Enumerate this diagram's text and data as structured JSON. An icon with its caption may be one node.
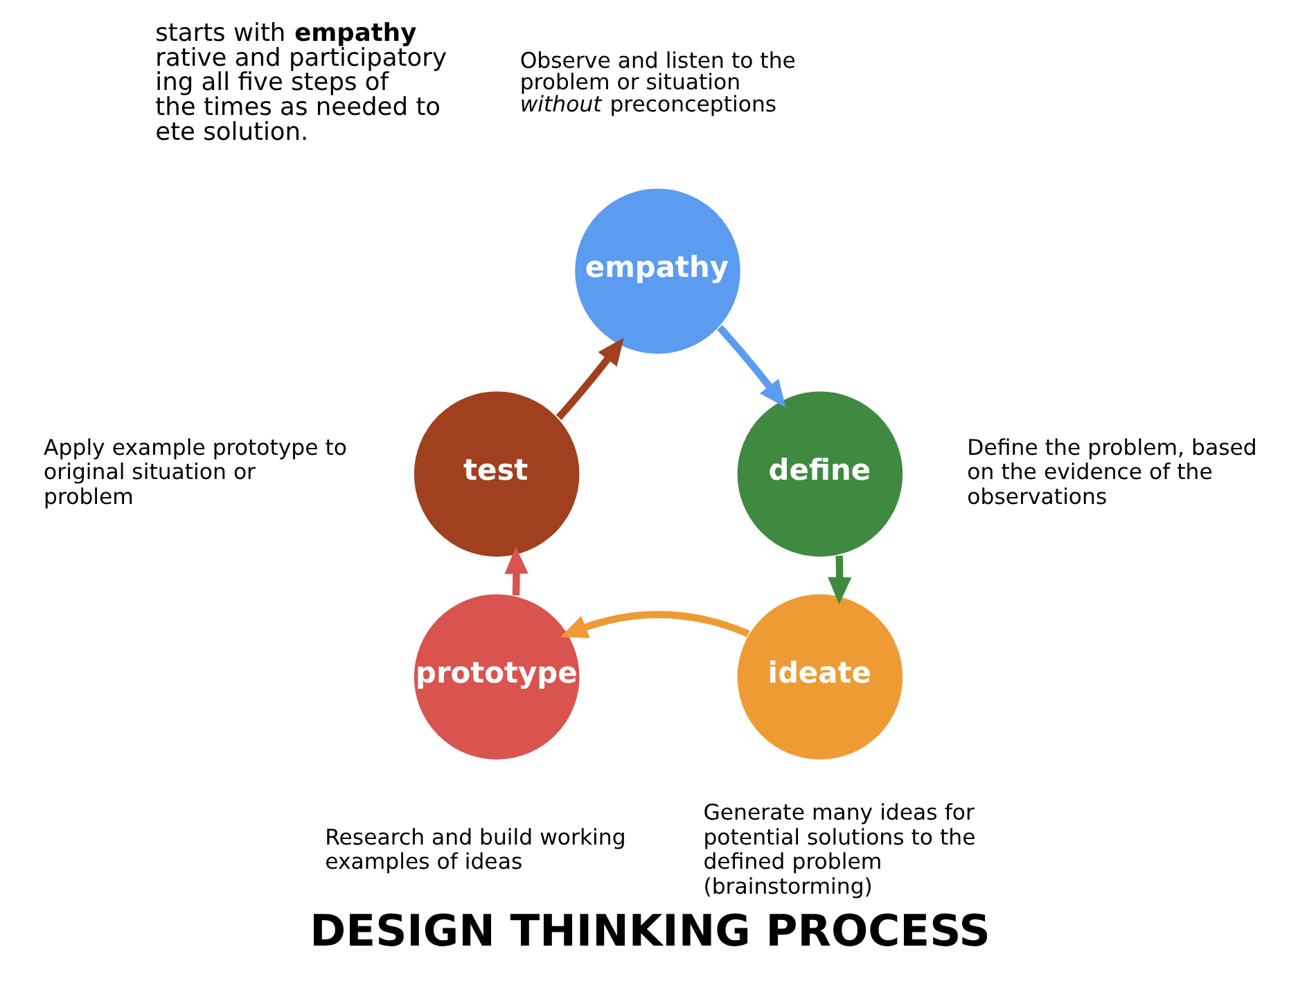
{
  "diagram": {
    "title": "DESIGN THINKING PROCESS",
    "nodes": [
      {
        "text": [
          "empathy"
        ],
        "beside": [
          "Observe and listen to the problem or situation *without* preconceptions"
        ]
      },
      {
        "text": [
          "define"
        ],
        "beside": [
          "Define the problem, based on the evidence of the observations"
        ]
      },
      {
        "text": [
          "ideate"
        ],
        "beside": [
          "Generate many ideas for potential solutions to the defined problem (brainstorming)"
        ]
      },
      {
        "text": [
          "prototype"
        ],
        "beside": [
          "Research and build working examples of ideas"
        ]
      },
      {
        "text": [
          "test"
        ],
        "beside": [
          "Apply example prototype to original situation or problem"
        ]
      }
    ],
    "edges": [
      {
        "from": 0,
        "to": 1,
        "arrow": "to",
        "color": "#5b9cf0"
      },
      {
        "from": 1,
        "to": 2,
        "arrow": "to",
        "color": "#3f8a40"
      },
      {
        "from": 2,
        "to": 3,
        "arrow": "to",
        "color": "#ef9b35"
      },
      {
        "from": 3,
        "to": 4,
        "arrow": "to",
        "color": "#d9534f"
      },
      {
        "from": 4,
        "to": 0,
        "arrow": "to",
        "color": "#a0401f"
      }
    ],
    "labels": [
      "starts with **empathy** rative and participatory ing all five steps of the times as needed to ete solution."
    ]
  }
}
